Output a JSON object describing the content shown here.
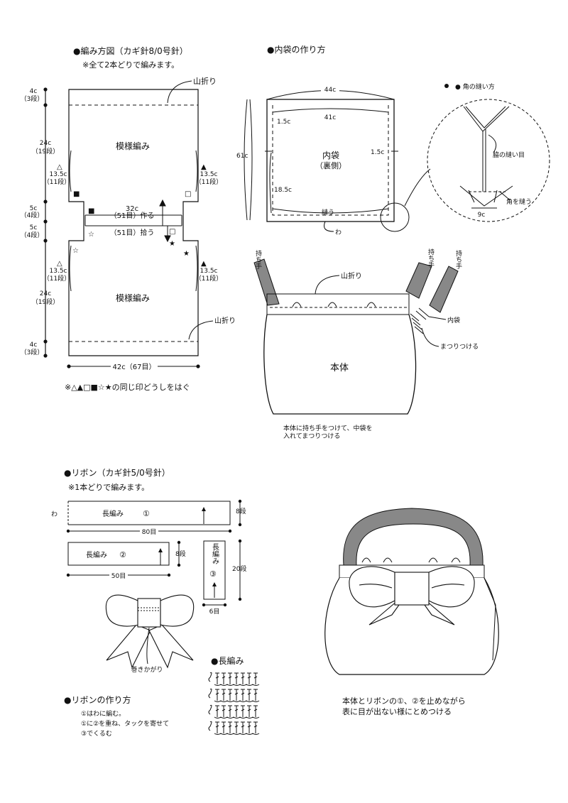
{
  "knit": {
    "heading": "●編み方図（カギ針8/0号針）",
    "note": "※全て2本どりで編みます。",
    "fold_top": "山折り",
    "fold_bottom": "山折り",
    "pattern_top": "模様編み",
    "pattern_bottom": "模様編み",
    "left_dims": [
      {
        "v": "4c",
        "r": "（3段）"
      },
      {
        "v": "24c",
        "r": "（19段）"
      },
      {
        "v": "13.5c",
        "r": "（11段）"
      },
      {
        "v": "5c",
        "r": "（4段）"
      },
      {
        "v": "5c",
        "r": "（4段）"
      },
      {
        "v": "13.5c",
        "r": "（11段）"
      },
      {
        "v": "24c",
        "r": "（19段）"
      },
      {
        "v": "4c",
        "r": "（3段）"
      }
    ],
    "right_dims": [
      {
        "v": "13.5c",
        "r": "（11段）"
      },
      {
        "v": "13.5c",
        "r": "（11段）"
      }
    ],
    "mid_width": "32c",
    "mid_make": "（51目）作る",
    "mid_pick": "（51目）拾う",
    "bottom_width": "42c（67目）",
    "join_note": "※△▲□■☆★の同じ印どうしをはぐ",
    "marks": {
      "tri_open": "△",
      "tri_fill": "▲",
      "sq_open": "□",
      "sq_fill": "■",
      "star_open": "☆",
      "star_fill": "★"
    }
  },
  "inner": {
    "heading": "●内袋の作り方",
    "w_outer": "44c",
    "w_inner": "41c",
    "seam_l": "1.5c",
    "seam_r": "1.5c",
    "height": "61c",
    "lower": "18.5c",
    "name": "内袋",
    "side": "（裏側）",
    "sew": "縫う",
    "loop": "わ",
    "corner_title": "● 角の縫い方",
    "side_seam": "脇の縫い目",
    "corner_sew": "角を縫う",
    "corner_w": "9c"
  },
  "assembly": {
    "handle_l": "持ち手",
    "handle_r1": "持ち手",
    "handle_r2": "持ち手",
    "fold": "山折り",
    "inner_bag": "内袋",
    "stitch": "まつりつける",
    "body": "本体",
    "caption_1": "本体に持ち手をつけて、中袋を",
    "caption_2": "入れてまつりつける"
  },
  "ribbon": {
    "heading": "●リボン（カギ針5/0号針）",
    "note": "※1本どりで編みます。",
    "loop": "わ",
    "p1_label": "長編み",
    "p1_num": "①",
    "p1_rows": "8段",
    "p1_sts": "80目",
    "p2_label": "長編み",
    "p2_num": "②",
    "p2_rows": "8段",
    "p2_sts": "50目",
    "p3_label": "長編み",
    "p3_num": "③",
    "p3_rows": "20段",
    "p3_sts": "6目",
    "wrap": "巻きかがり",
    "chart_title": "●長編み",
    "how_title": "●リボンの作り方",
    "steps": [
      "①はわに編む。",
      "①に②を重ね、タックを寄せて",
      "③でくるむ"
    ]
  },
  "final": {
    "caption_1": "本体とリボンの①、②を止めながら",
    "caption_2": "表に目が出ない様にとめつける"
  }
}
